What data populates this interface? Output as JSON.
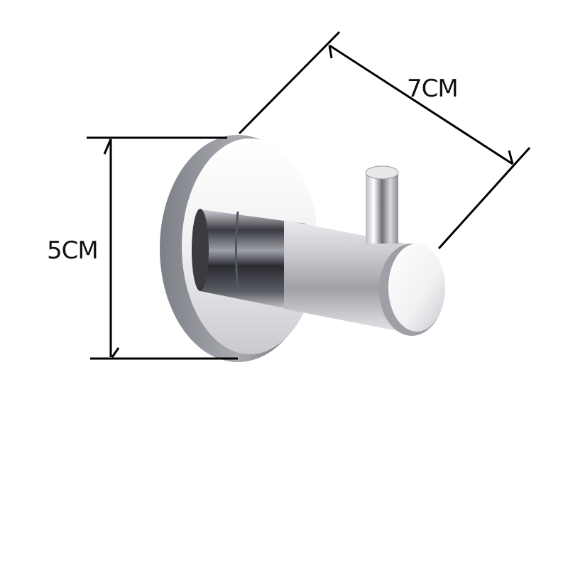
{
  "diagram": {
    "subject": "chrome-robe-hook",
    "dimensions": {
      "height": {
        "label": "5CM",
        "orientation": "vertical"
      },
      "depth": {
        "label": "7CM",
        "orientation": "diagonal"
      }
    },
    "colors": {
      "background": "#ffffff",
      "dimension_lines": "#000000",
      "chrome_light": "#f4f4f6",
      "chrome_mid": "#b9bbc0",
      "chrome_dark": "#2c2d33"
    }
  }
}
